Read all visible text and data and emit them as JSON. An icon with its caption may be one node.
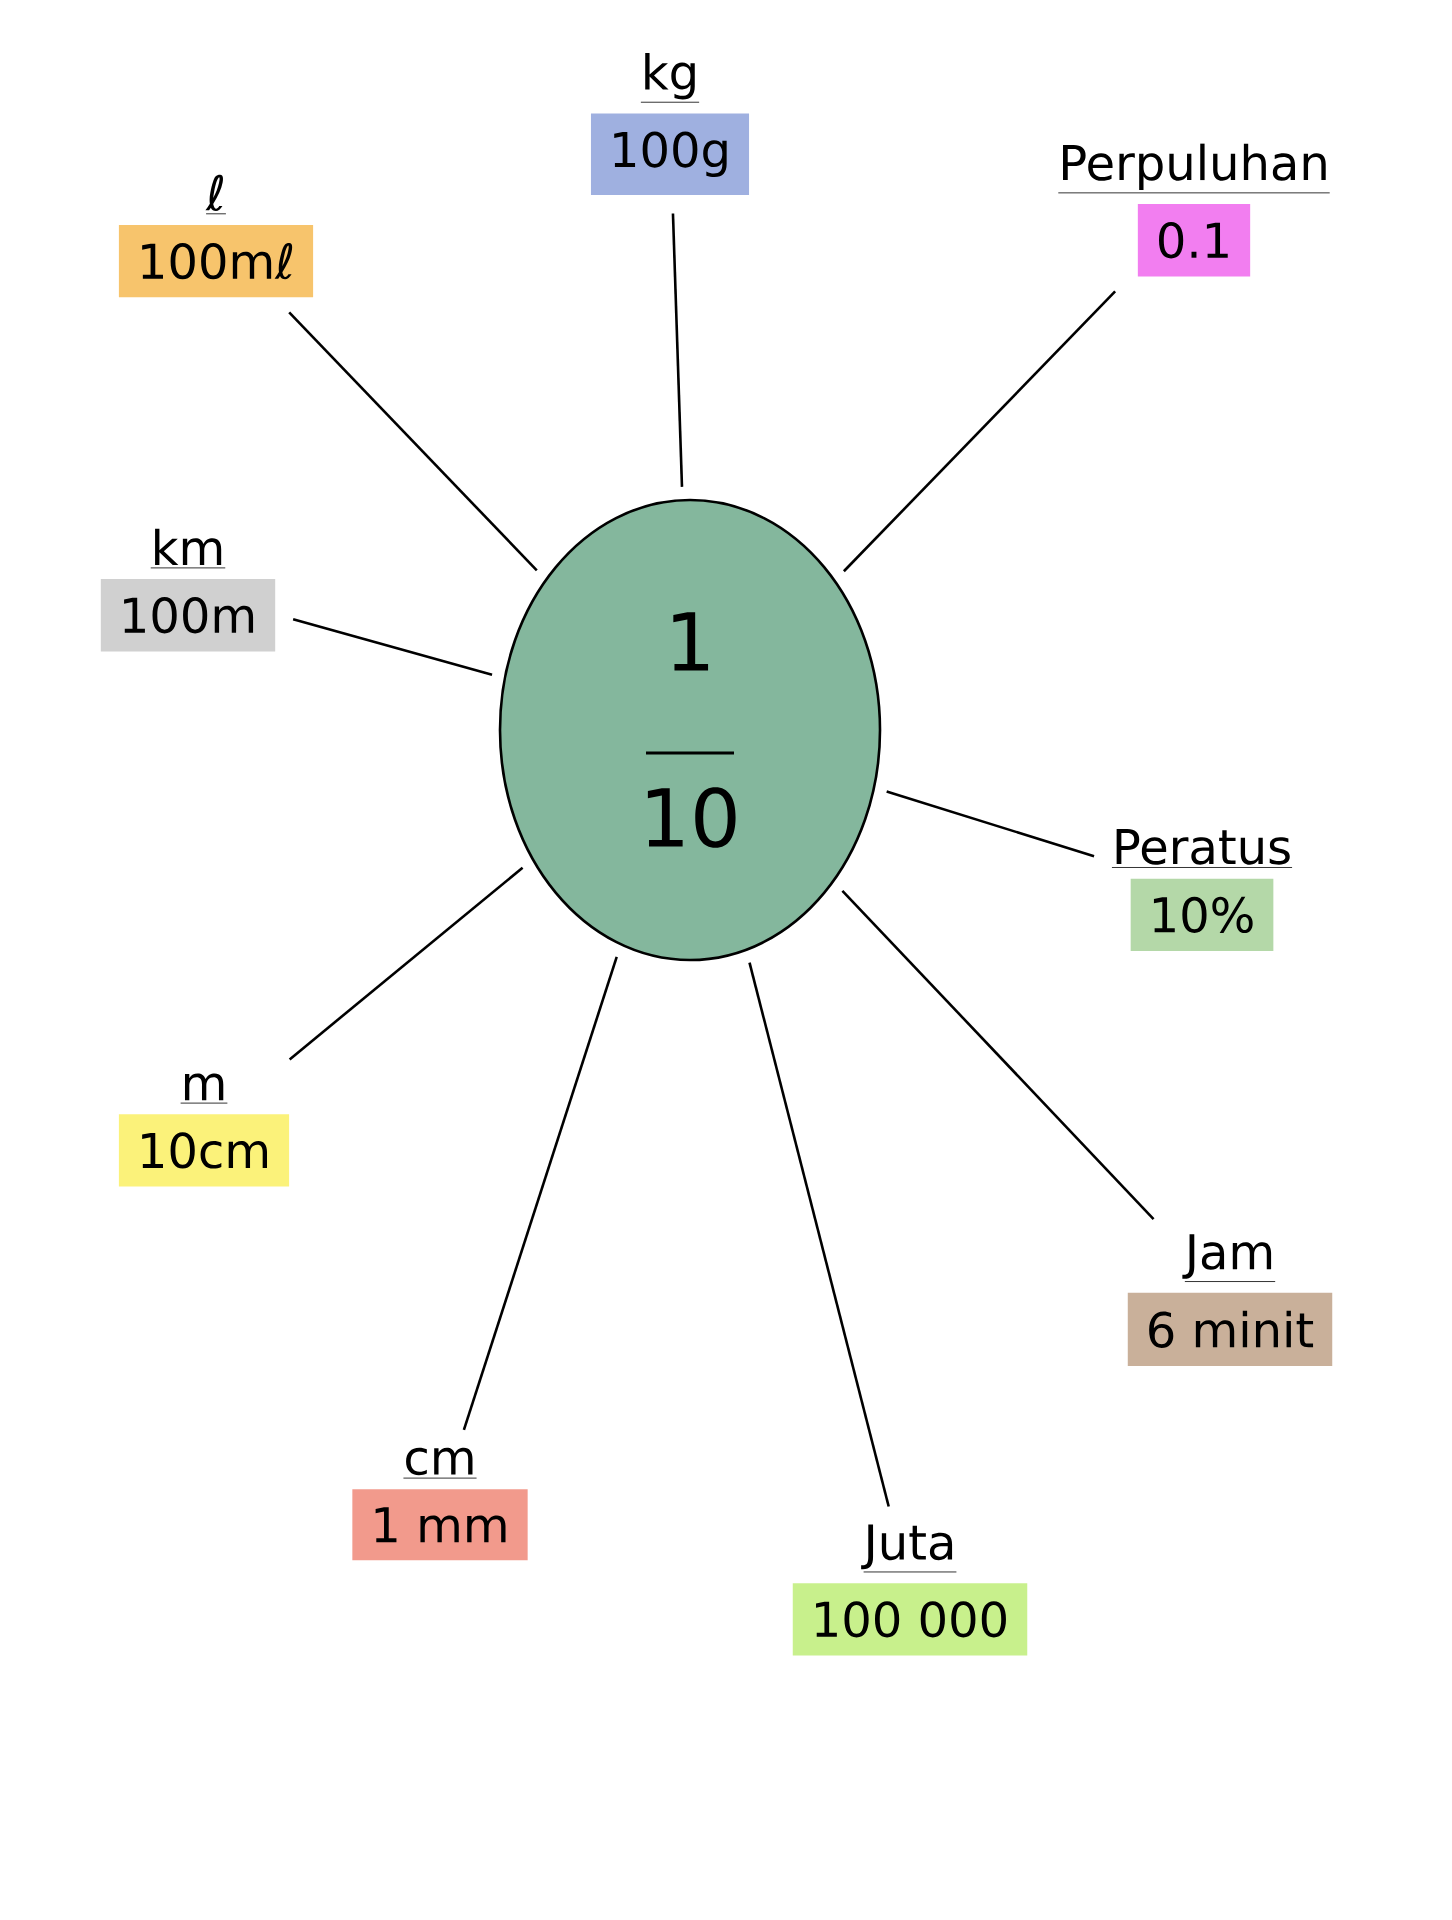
{
  "diagram": {
    "nodes": [
      {
        "text": [
          "1",
          "10"
        ]
      },
      {
        "text": [
          "ℓ",
          "100mℓ"
        ]
      },
      {
        "text": [
          "kg",
          "100g"
        ]
      },
      {
        "text": [
          "Perpuluhan",
          "0.1"
        ]
      },
      {
        "text": [
          "km",
          "100m"
        ]
      },
      {
        "text": [
          "Peratus",
          "10%"
        ]
      },
      {
        "text": [
          "m",
          "10cm"
        ]
      },
      {
        "text": [
          "Jam",
          "6 minit"
        ]
      },
      {
        "text": [
          "cm",
          "1 mm"
        ]
      },
      {
        "text": [
          "Juta",
          "100 000"
        ]
      }
    ],
    "edges": [
      {
        "from": 0,
        "to": 1,
        "arrow": "none"
      },
      {
        "from": 0,
        "to": 2,
        "arrow": "none"
      },
      {
        "from": 0,
        "to": 3,
        "arrow": "none"
      },
      {
        "from": 0,
        "to": 4,
        "arrow": "none"
      },
      {
        "from": 0,
        "to": 5,
        "arrow": "none"
      },
      {
        "from": 0,
        "to": 6,
        "arrow": "none"
      },
      {
        "from": 0,
        "to": 7,
        "arrow": "none"
      },
      {
        "from": 0,
        "to": 8,
        "arrow": "none"
      },
      {
        "from": 0,
        "to": 9,
        "arrow": "none"
      }
    ]
  }
}
